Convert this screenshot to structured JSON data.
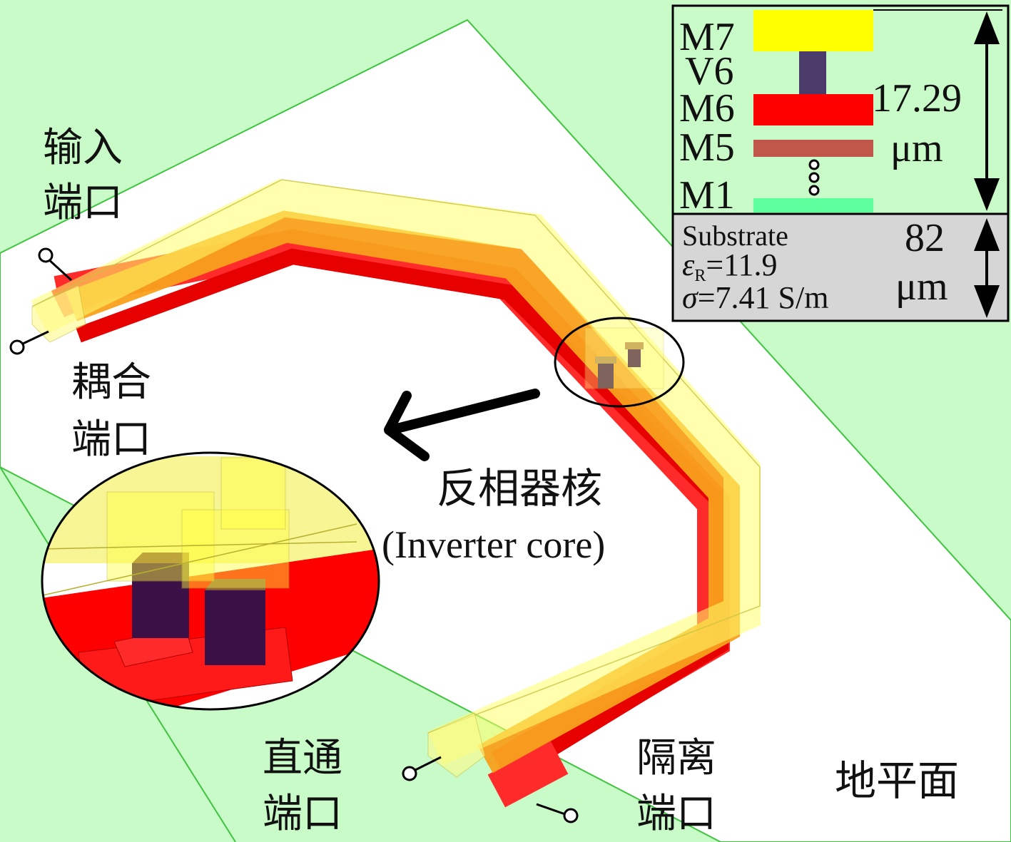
{
  "colors": {
    "ground": "#c8fbc8",
    "ground_edge": "#3ec43e",
    "m7": "#ffff00",
    "v6": "#4b3b6b",
    "m6": "#ff0000",
    "m5": "#c0574a",
    "m1": "#5cff9c",
    "substrate": "#d6d6d6",
    "orange_overlap": "#f8a01c",
    "via_purple": "#3b1046"
  },
  "ports": {
    "input": [
      "输入",
      "端口"
    ],
    "coupled": [
      "耦合",
      "端口"
    ],
    "through": [
      "直通",
      "端口"
    ],
    "isolated": [
      "隔离",
      "端口"
    ]
  },
  "inverter": {
    "label_cn": "反相器核",
    "label_en": "(Inverter core)"
  },
  "ground_label": "地平面",
  "stack": {
    "layers": [
      "M7",
      "V6",
      "M6",
      "M5",
      "M1"
    ],
    "height_value": "17.29",
    "height_unit": "μm",
    "ellipsis_icon": "vertical-dots"
  },
  "substrate": {
    "title": "Substrate",
    "eps_symbol": "ε",
    "eps_sub": "R",
    "eps_value": "=11.9",
    "sigma_symbol": "σ",
    "sigma_value": "=7.41 S/m",
    "thickness_value": "82",
    "thickness_unit": "μm"
  }
}
